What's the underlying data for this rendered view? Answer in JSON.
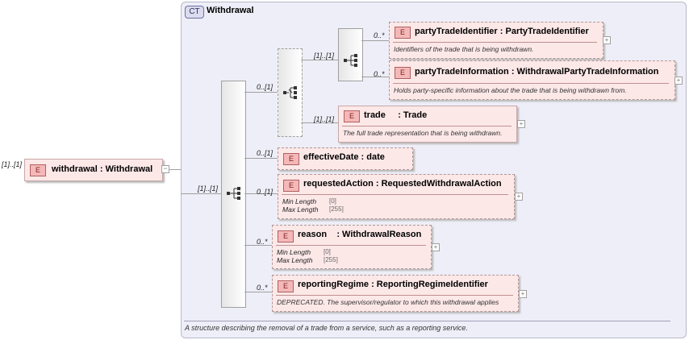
{
  "root": {
    "badge": "E",
    "cardinality": "[1]..[1]",
    "name": "withdrawal : Withdrawal"
  },
  "complex_type": {
    "badge": "CT",
    "title": "Withdrawal",
    "description": "A structure describing the removal of a trade from a service, such as a reporting service."
  },
  "cardinalities": {
    "sequence": "[1]..[1]",
    "choice": "0..[1]",
    "inner_sequence": "[1]..[1]",
    "party_trade_identifier": "0..*",
    "party_trade_information": "0..*",
    "trade": "[1]..[1]",
    "effective_date": "0..[1]",
    "requested_action": "0..[1]",
    "reason": "0..*",
    "reporting_regime": "0..*"
  },
  "elements": {
    "party_trade_identifier": {
      "badge": "E",
      "name": "partyTradeIdentifier",
      "type": ": PartyTradeIdentifier",
      "doc": "Identifiers of the trade that is being withdrawn."
    },
    "party_trade_information": {
      "badge": "E",
      "name": "partyTradeInformation",
      "type": ": WithdrawalPartyTradeInformation",
      "doc": "Holds party-specific information about the trade that is being withdrawn from."
    },
    "trade": {
      "badge": "E",
      "name": "trade",
      "type": ": Trade",
      "doc": "The full trade representation that is being withdrawn."
    },
    "effective_date": {
      "badge": "E",
      "name": "effectiveDate",
      "type": ": date"
    },
    "requested_action": {
      "badge": "E",
      "name": "requestedAction",
      "type": ": RequestedWithdrawalAction",
      "min_label": "Min Length",
      "min_value": "[0]",
      "max_label": "Max Length",
      "max_value": "[255]"
    },
    "reason": {
      "badge": "E",
      "name": "reason",
      "type": ": WithdrawalReason",
      "min_label": "Min Length",
      "min_value": "[0]",
      "max_label": "Max Length",
      "max_value": "[255]"
    },
    "reporting_regime": {
      "badge": "E",
      "name": "reportingRegime",
      "type": ": ReportingRegimeIdentifier",
      "doc": "DEPRECATED. The supervisor/regulator to which this withdrawal applies"
    }
  },
  "icons": {
    "expand": "+",
    "collapse": "−"
  }
}
